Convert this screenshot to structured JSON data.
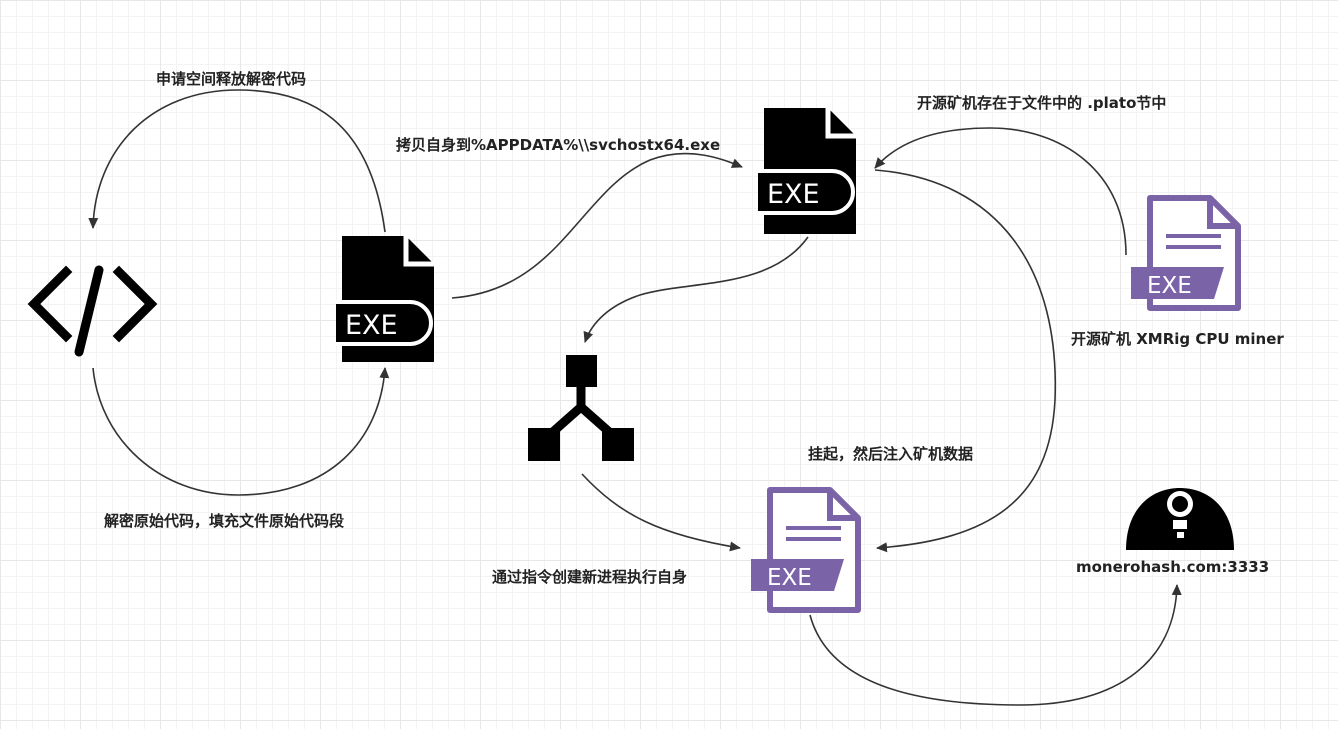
{
  "labels": {
    "alloc": "申请空间释放解密代码",
    "decrypt": "解密原始代码，填充文件原始代码段",
    "copy_self": "拷贝自身到%APPDATA%\\\\svchostx64.exe",
    "miner_section": "开源矿机存在于文件中的 .plato节中",
    "miner_name": "开源矿机  XMRig CPU miner",
    "suspend_inject": "挂起，然后注入矿机数据",
    "new_process": "通过指令创建新进程执行自身",
    "pool": "monerohash.com:3333"
  },
  "icons": {
    "exe_text": "EXE",
    "code": "code-icon",
    "exe_black": "exe-file-icon",
    "exe_purple": "exe-file-icon",
    "fork": "fork-icon",
    "miner": "miner-helmet-icon"
  },
  "colors": {
    "black": "#000000",
    "purple": "#7b63a8",
    "arrow": "#333333"
  }
}
